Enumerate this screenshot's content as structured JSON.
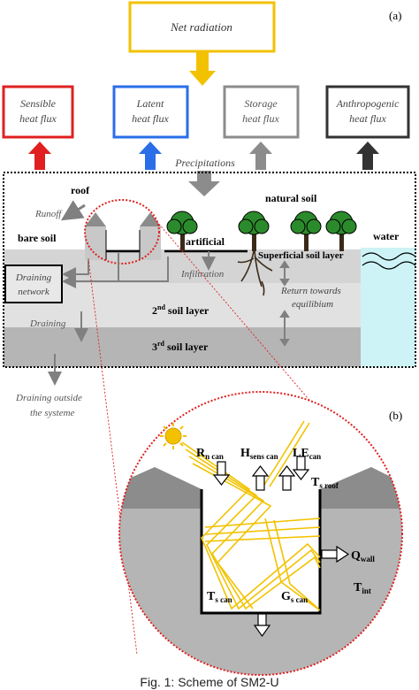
{
  "panel_a": {
    "tag": "(a)",
    "net_radiation": "Net radiation",
    "fluxes": [
      {
        "line1": "Sensible",
        "line2": "heat flux",
        "color": "#e02020"
      },
      {
        "line1": "Latent",
        "line2": "heat flux",
        "color": "#2a6ee8"
      },
      {
        "line1": "Storage",
        "line2": "heat flux",
        "color": "#8c8c8c"
      },
      {
        "line1": "Anthropogenic",
        "line2": "heat flux",
        "color": "#333333"
      }
    ],
    "precipitations": "Precipitations",
    "roof": "roof",
    "runoff": "Runoff",
    "bare_soil": "bare soil",
    "artificial": "artificial",
    "natural_soil": "natural soil",
    "water": "water",
    "superficial_layer": "Superficial soil layer",
    "draining_network_1": "Draining",
    "draining_network_2": "network",
    "infiltration": "Infiltration",
    "return_1": "Return towards",
    "return_2": "equilibium",
    "layer2_pre": "2",
    "layer2_sup": "nd",
    "layer2_post": " soil layer",
    "layer3_pre": "3",
    "layer3_sup": "rd",
    "layer3_post": " soil layer",
    "draining": "Draining",
    "draining_outside_1": "Draining outside",
    "draining_outside_2": "the systeme"
  },
  "panel_b": {
    "tag": "(b)",
    "rn": {
      "main": "R",
      "sub": "n can"
    },
    "hsens": {
      "main": "H",
      "sub": "sens can"
    },
    "le": {
      "main": "LE",
      "sub": "can"
    },
    "tsroof": {
      "main": "T",
      "sub": "s roof"
    },
    "qwall": {
      "main": "Q",
      "sub": "wall"
    },
    "tint": {
      "main": "T",
      "sub": "int"
    },
    "tscan": {
      "main": "T",
      "sub": "s can"
    },
    "gscan": {
      "main": "G",
      "sub": "s can"
    }
  },
  "caption": "Fig. 1: Scheme of SM2-U"
}
